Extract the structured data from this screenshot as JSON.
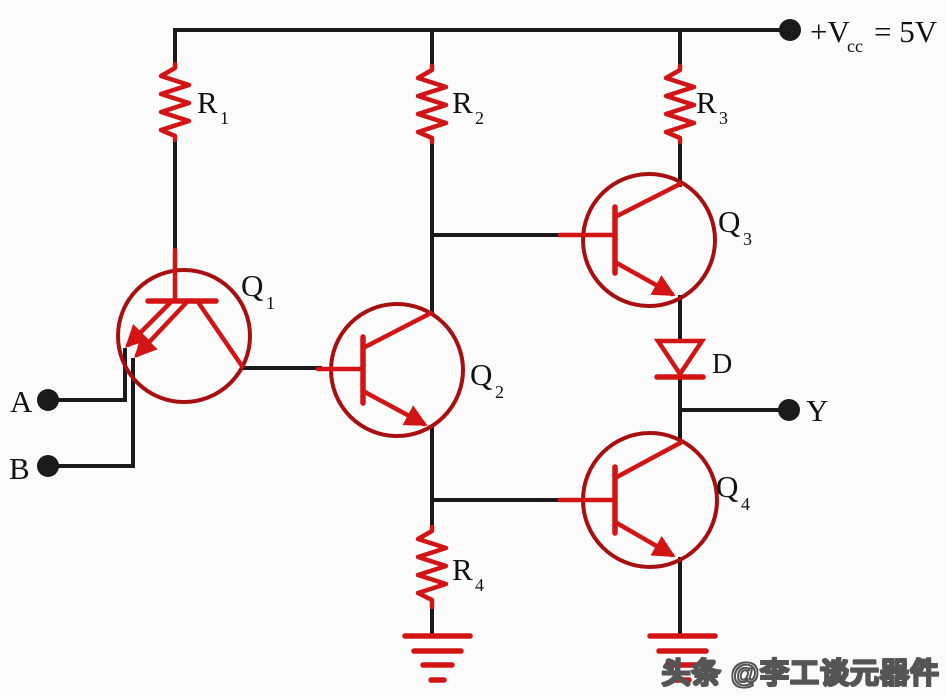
{
  "colors": {
    "wire": "#1a1a1a",
    "accent": "#d31414",
    "accent_dark": "#a81010",
    "background": "#fbfbfb",
    "watermark_fill": "#ffffff",
    "watermark_outline": "#555555"
  },
  "power": {
    "main": "+V",
    "sub": "cc",
    "value": "= 5V"
  },
  "terminals": {
    "input_a": "A",
    "input_b": "B",
    "output_y": "Y"
  },
  "components": {
    "r1": {
      "label": "R",
      "sub": "1"
    },
    "r2": {
      "label": "R",
      "sub": "2"
    },
    "r3": {
      "label": "R",
      "sub": "3"
    },
    "r4": {
      "label": "R",
      "sub": "4"
    },
    "q1": {
      "label": "Q",
      "sub": "1"
    },
    "q2": {
      "label": "Q",
      "sub": "2"
    },
    "q3": {
      "label": "Q",
      "sub": "3"
    },
    "q4": {
      "label": "Q",
      "sub": "4"
    },
    "d": {
      "label": "D"
    }
  },
  "watermark": {
    "text": "头条 @李工谈元器件"
  }
}
